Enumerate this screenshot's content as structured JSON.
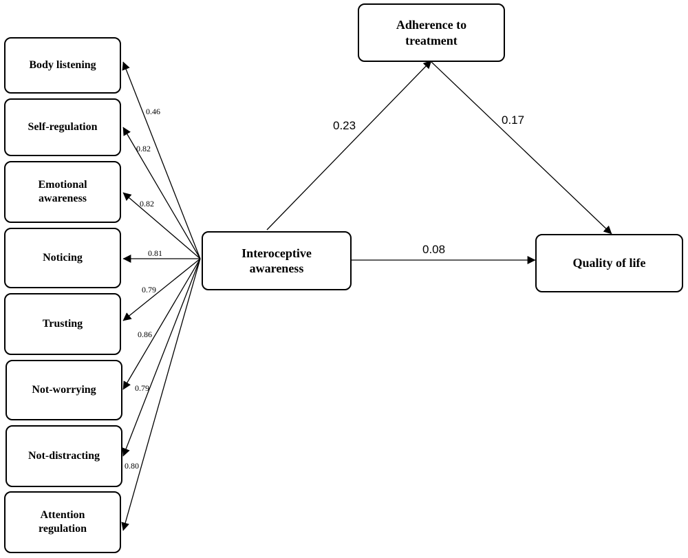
{
  "nodes": {
    "body_listening": "Body listening",
    "self_regulation": "Self-regulation",
    "emotional_awareness": "Emotional awareness",
    "noticing": "Noticing",
    "trusting": "Trusting",
    "not_worrying": "Not-worrying",
    "not_distracting": "Not-distracting",
    "attention_regulation": "Attention regulation",
    "interoceptive_awareness": "Interoceptive awareness",
    "adherence_to_treatment": "Adherence to treatment",
    "quality_of_life": "Quality of life"
  },
  "loadings": {
    "body_listening": "0.46",
    "self_regulation": "0.82",
    "emotional_awareness": "0.82",
    "noticing": "0.81",
    "trusting": "0.79",
    "not_worrying": "0.86",
    "not_distracting": "0.79",
    "attention_regulation": "0.80"
  },
  "paths": {
    "ia_to_adherence": "0.23",
    "adherence_to_qol": "0.17",
    "ia_to_qol": "0.08"
  }
}
